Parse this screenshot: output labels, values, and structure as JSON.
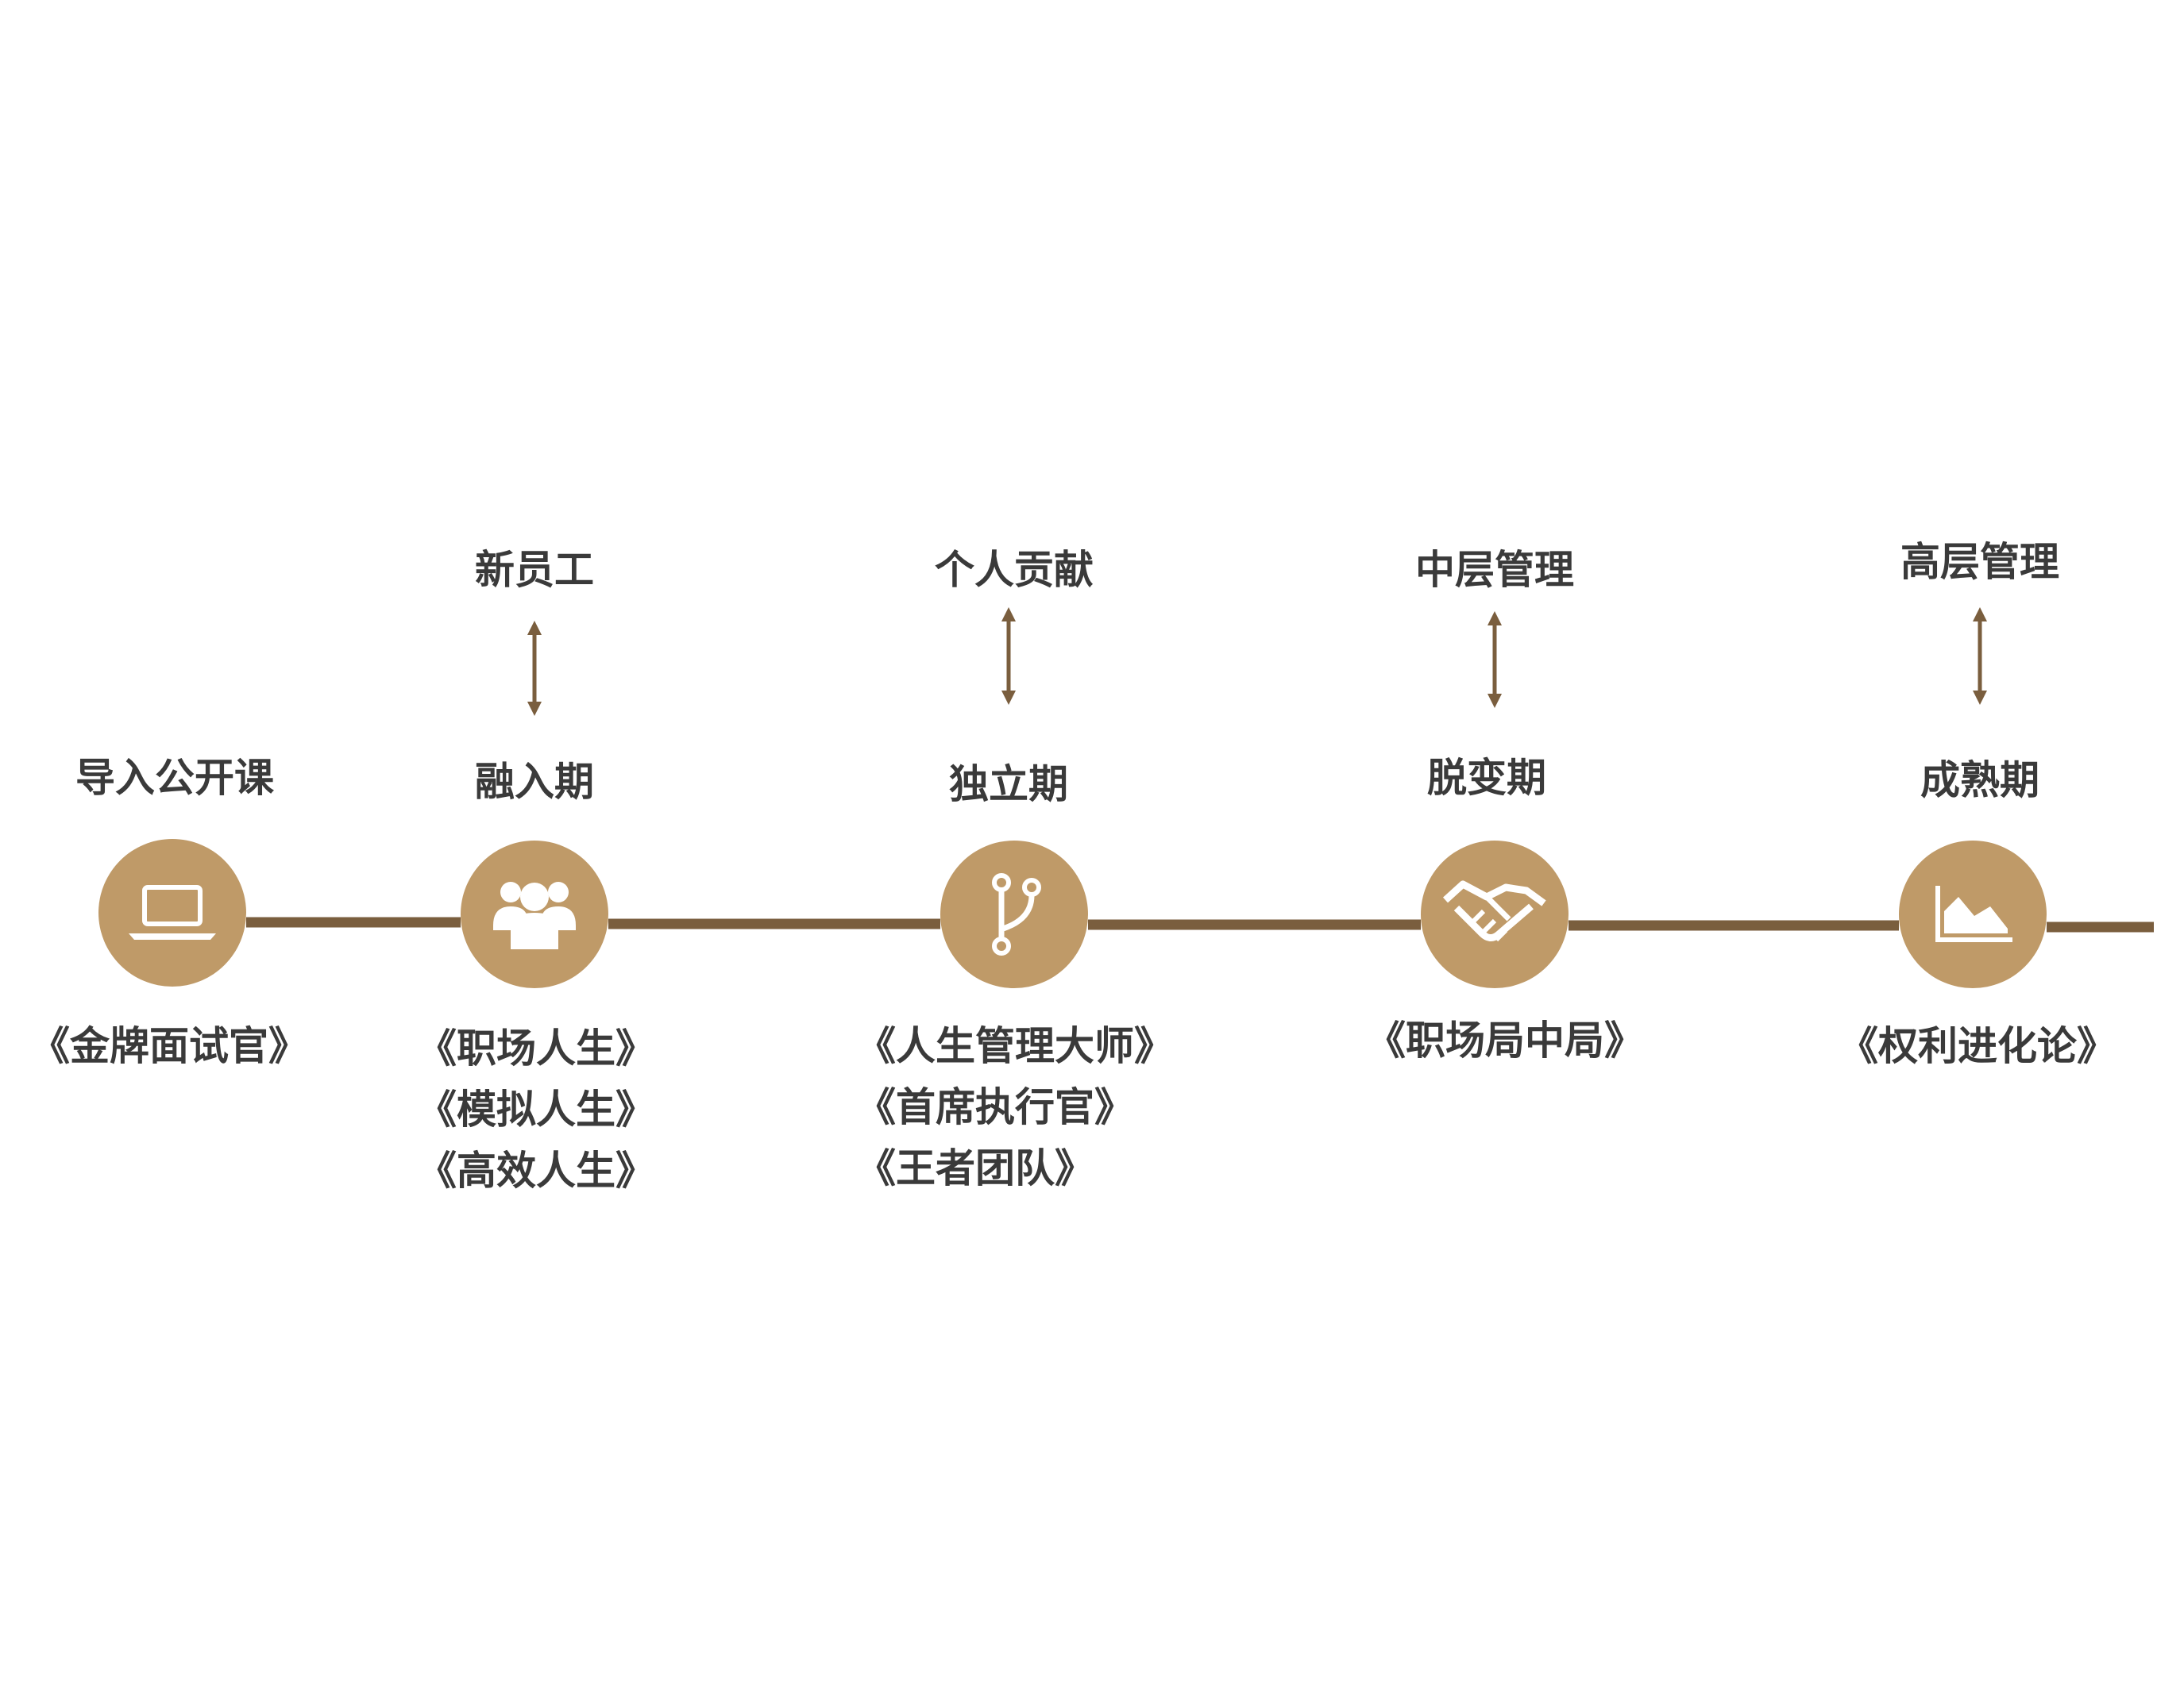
{
  "colors": {
    "line": "#7a5e3e",
    "arrow": "#7a5e3e",
    "node": "#bf9a68",
    "icon": "#ffffff",
    "text": "#3a3a3a"
  },
  "stages": [
    {
      "role": "",
      "phase": "导入公开课",
      "icon": "laptop-icon",
      "courses": [
        "《金牌面试官》"
      ]
    },
    {
      "role": "新员工",
      "phase": "融入期",
      "icon": "group-icon",
      "courses": [
        "《职场人生》",
        "《模拟人生》",
        "《高效人生》"
      ]
    },
    {
      "role": "个人贡献",
      "phase": "独立期",
      "icon": "branch-icon",
      "courses": [
        "《人生管理大师》",
        "《首席执行官》",
        "《王者团队》"
      ]
    },
    {
      "role": "中层管理",
      "phase": "脱变期",
      "icon": "handshake-icon",
      "courses": [
        "《职场局中局》"
      ]
    },
    {
      "role": "高层管理",
      "phase": "成熟期",
      "icon": "area-chart-icon",
      "courses": [
        "《权利进化论》"
      ]
    }
  ]
}
